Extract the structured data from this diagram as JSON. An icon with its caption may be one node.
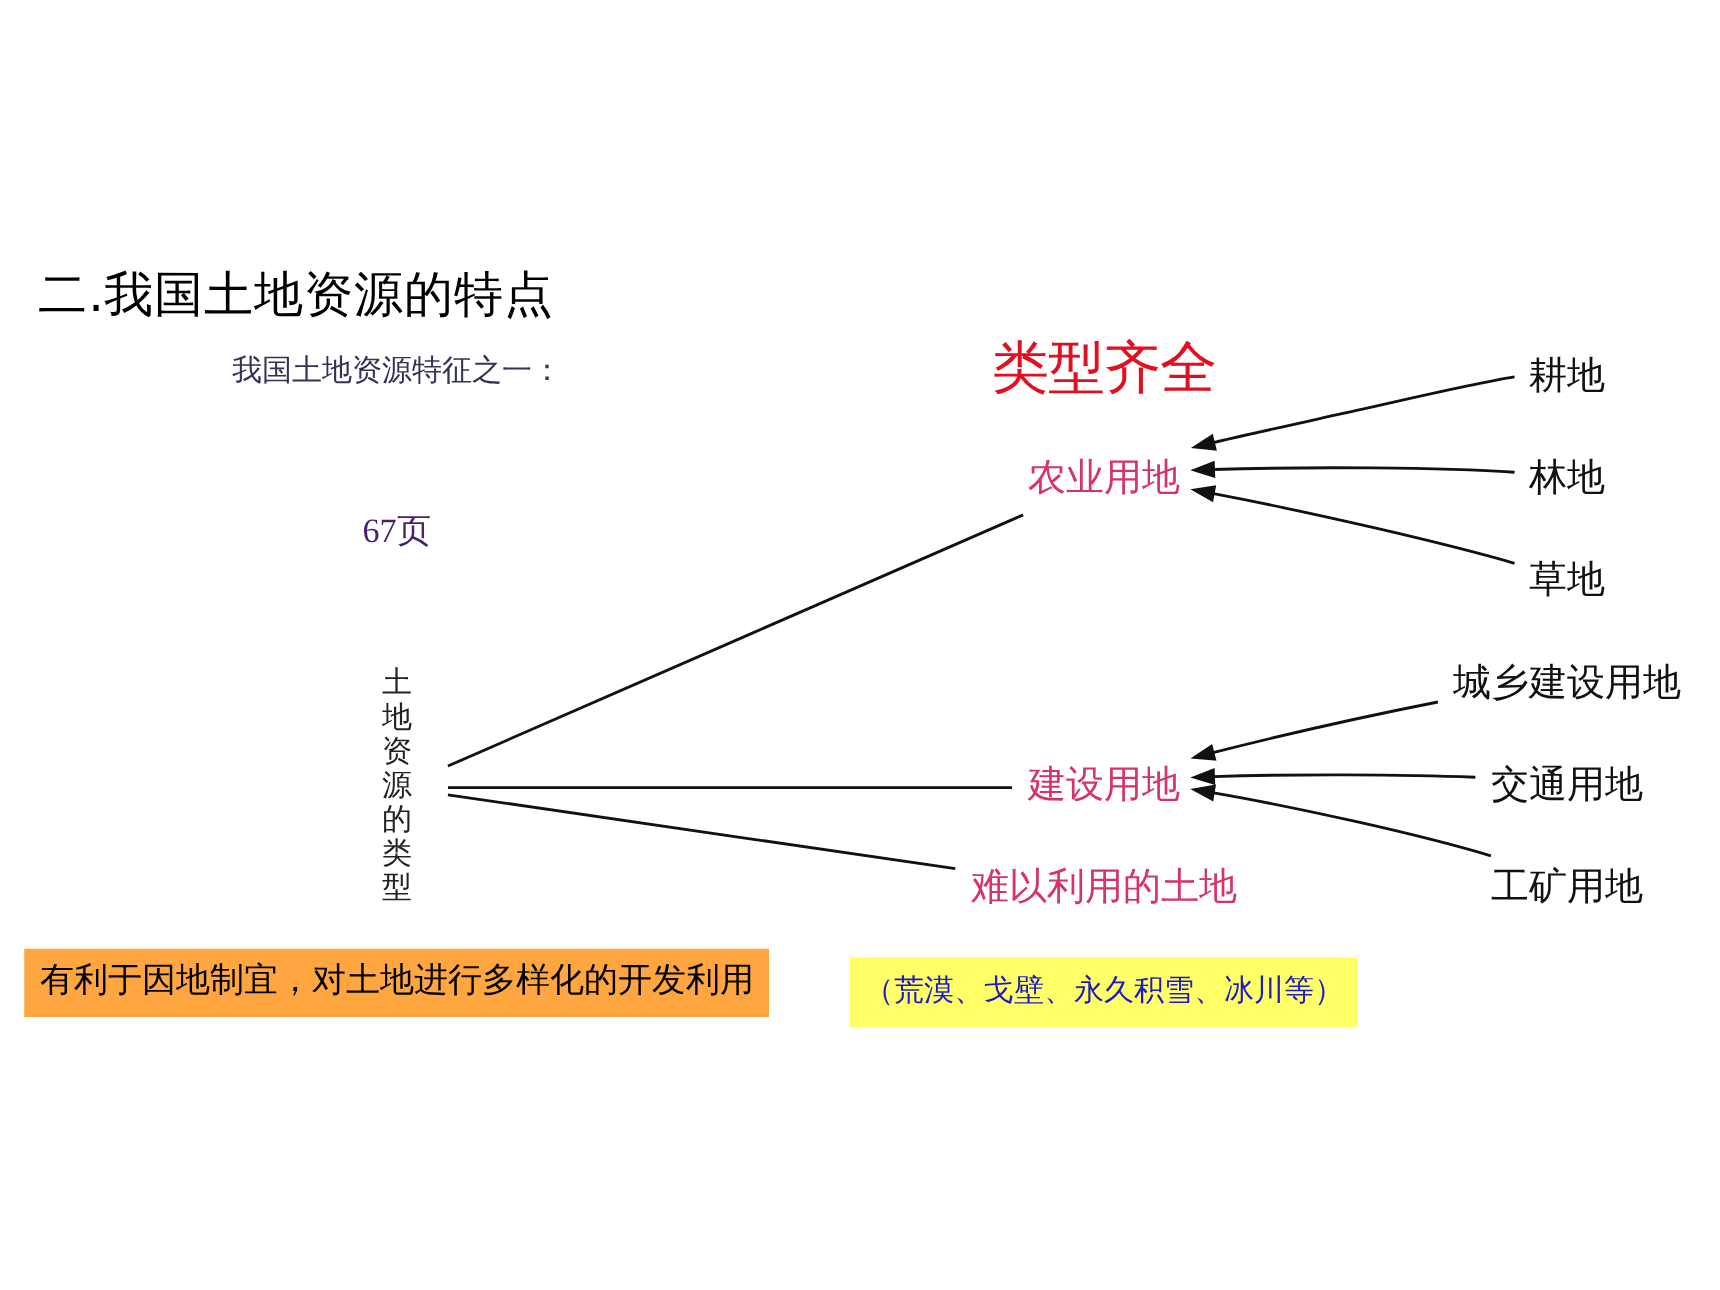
{
  "diagram": {
    "title": "二.我国土地资源的特点",
    "nodes": [
      {
        "text": [
          "土地资源的类型"
        ]
      },
      {
        "text": [
          "农业用地"
        ]
      },
      {
        "text": [
          "耕地"
        ]
      },
      {
        "text": [
          "林地"
        ]
      },
      {
        "text": [
          "草地"
        ]
      },
      {
        "text": [
          "建设用地"
        ]
      },
      {
        "text": [
          "城乡建设用地"
        ]
      },
      {
        "text": [
          "交通用地"
        ]
      },
      {
        "text": [
          "工矿用地"
        ]
      },
      {
        "text": [
          "难以利用的土地"
        ],
        "beside": [
          "（荒漠、戈壁、永久积雪、冰川等）"
        ]
      }
    ],
    "edges": [
      {
        "from": 0,
        "to": 1,
        "arrow": "none"
      },
      {
        "from": 0,
        "to": 5,
        "arrow": "none"
      },
      {
        "from": 0,
        "to": 9,
        "arrow": "none"
      },
      {
        "from": 2,
        "to": 1,
        "arrow": "to"
      },
      {
        "from": 3,
        "to": 1,
        "arrow": "to"
      },
      {
        "from": 4,
        "to": 1,
        "arrow": "to"
      },
      {
        "from": 6,
        "to": 5,
        "arrow": "to"
      },
      {
        "from": 7,
        "to": 5,
        "arrow": "to"
      },
      {
        "from": 8,
        "to": 5,
        "arrow": "to"
      }
    ],
    "labels": [
      "67页",
      "我国土地资源特征之一：",
      "类型齐全",
      "有利于因地制宜，对土地进行多样化的开发利用"
    ]
  }
}
